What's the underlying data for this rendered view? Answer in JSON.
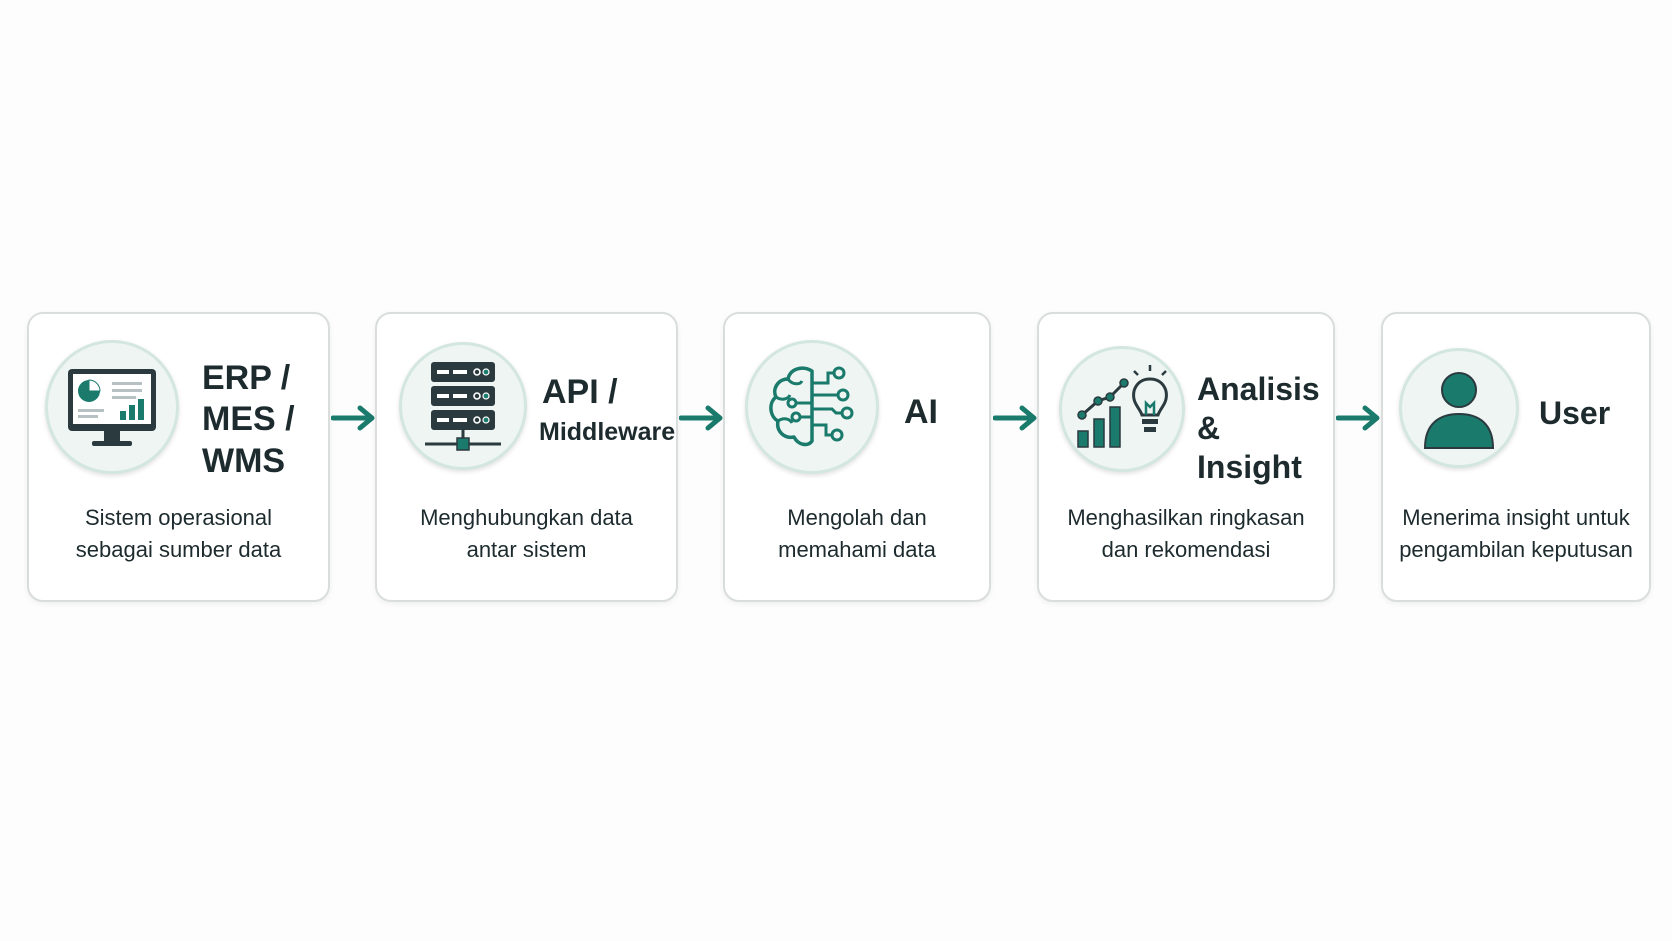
{
  "colors": {
    "accent": "#1a7a6c",
    "dark": "#2b3a3f",
    "card_border": "#d9dddc",
    "circle_fill": "#eef5f2"
  },
  "steps": [
    {
      "icon": "monitor-dashboard-icon",
      "title": "ERP /\nMES /\nWMS",
      "description": "Sistem operasional\nsebagai sumber data"
    },
    {
      "icon": "server-icon",
      "title": "API /",
      "title_sub": "Middleware",
      "description": "Menghubungkan data\nantar sistem"
    },
    {
      "icon": "brain-circuit-icon",
      "title": "AI",
      "description": "Mengolah dan\nmemahami data"
    },
    {
      "icon": "chart-lightbulb-icon",
      "title": "Analisis &\nInsight",
      "description": "Menghasilkan ringkasan\ndan rekomendasi"
    },
    {
      "icon": "user-icon",
      "title": "User",
      "description": "Menerima insight untuk\npengambilan keputusan"
    }
  ]
}
